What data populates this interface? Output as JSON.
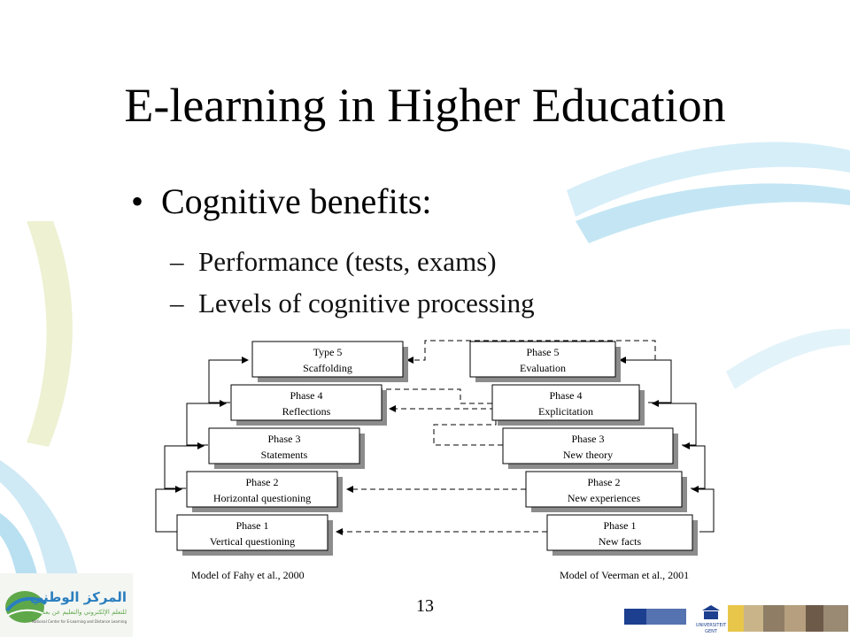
{
  "slide": {
    "title": "E-learning in Higher Education",
    "bullet": "Cognitive benefits:",
    "subitems": [
      "Performance (tests, exams)",
      "Levels of cognitive processing"
    ],
    "page_number": "13"
  },
  "diagram": {
    "left_model": {
      "caption": "Model of Fahy et al., 2000",
      "boxes": [
        {
          "line1": "Type 5",
          "line2": "Scaffolding"
        },
        {
          "line1": "Phase 4",
          "line2": "Reflections"
        },
        {
          "line1": "Phase 3",
          "line2": "Statements"
        },
        {
          "line1": "Phase 2",
          "line2": "Horizontal questioning"
        },
        {
          "line1": "Phase 1",
          "line2": "Vertical questioning"
        }
      ]
    },
    "right_model": {
      "caption": "Model of Veerman et al., 2001",
      "boxes": [
        {
          "line1": "Phase 5",
          "line2": "Evaluation"
        },
        {
          "line1": "Phase 4",
          "line2": "Explicitation"
        },
        {
          "line1": "Phase 3",
          "line2": "New theory"
        },
        {
          "line1": "Phase 2",
          "line2": "New experiences"
        },
        {
          "line1": "Phase 1",
          "line2": "New facts"
        }
      ]
    }
  },
  "logos": {
    "left_logo_arabic": "المركز الوطني",
    "left_logo_arabic_sub": "للتعلم الإلكتروني والتعليم عن بعد",
    "left_logo_english": "National Center for E-Learning and Distance Learning",
    "university_name": "UNIVERSITEIT",
    "university_city": "GENT"
  },
  "colors": {
    "swoosh": "#9fd3ea",
    "swoosh_light": "#d6eef8",
    "box_shadow": "#8c8c8c",
    "logo_green": "#5fa84a",
    "logo_blue": "#2a7fbf",
    "footer_blue": "#1d3f8f"
  }
}
